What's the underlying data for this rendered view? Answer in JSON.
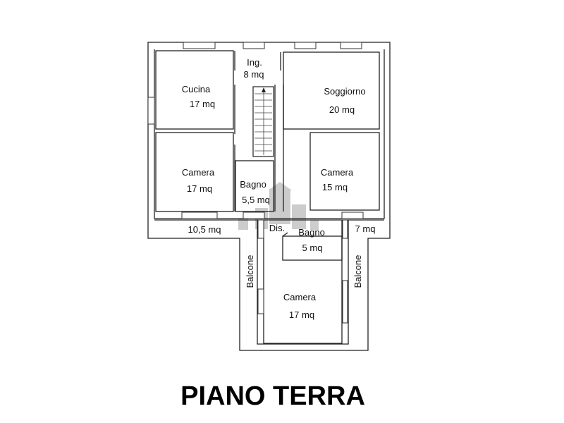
{
  "plan": {
    "title": "PIANO TERRA",
    "rooms": {
      "cucina": {
        "name": "Cucina",
        "area": "17 mq"
      },
      "ingresso": {
        "name": "Ing.",
        "area": "8 mq"
      },
      "soggiorno": {
        "name": "Soggiorno",
        "area": "20 mq"
      },
      "camera_left": {
        "name": "Camera",
        "area": "17 mq"
      },
      "bagno_main": {
        "name": "Bagno",
        "area": "5,5 mq"
      },
      "camera_right": {
        "name": "Camera",
        "area": "15 mq"
      },
      "balcony_left": {
        "area": "10,5 mq"
      },
      "disimpegno": {
        "name": "Dis."
      },
      "bagno_small": {
        "name": "Bagno",
        "area": "5 mq"
      },
      "balcony_right": {
        "area": "7 mq"
      },
      "balcone_left": {
        "name": "Balcone"
      },
      "balcone_right": {
        "name": "Balcone"
      },
      "camera_bottom": {
        "name": "Camera",
        "area": "17 mq"
      }
    }
  }
}
